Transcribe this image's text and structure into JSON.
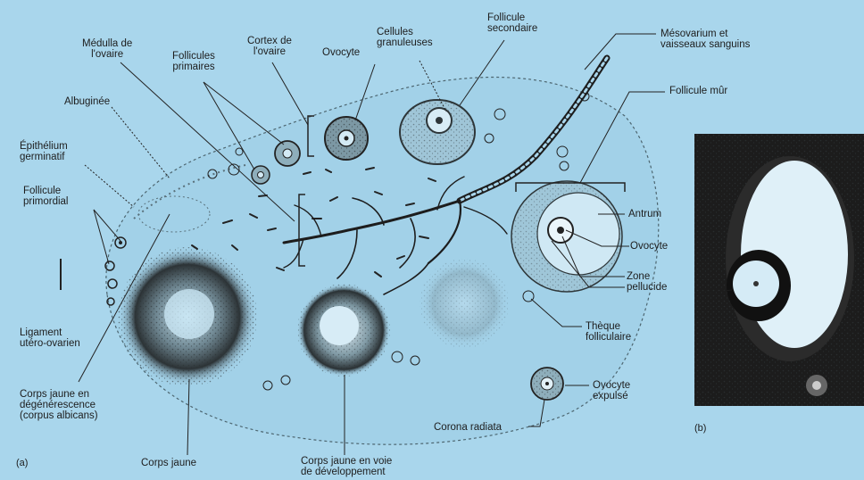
{
  "figure": {
    "panel_a": "(a)",
    "panel_b": "(b)"
  },
  "labels": {
    "medulla": "Médulla de\nl'ovaire",
    "follicules_primaires": "Follicules\nprimaires",
    "cortex": "Cortex de\nl'ovaire",
    "ovocyte_top": "Ovocyte",
    "cellules_granuleuses": "Cellules\ngranuleuses",
    "follicule_secondaire": "Follicule\nsecondaire",
    "mesovarium": "Mésovarium et\nvaisseaux sanguins",
    "albuginee": "Albuginée",
    "epithelium": "Épithélium\ngerminatif",
    "follicule_mur": "Follicule mûr",
    "follicule_primordial": "Follicule\nprimordial",
    "antrum": "Antrum",
    "ovocyte_right": "Ovocyte",
    "zone_pellucide": "Zone\npellucide",
    "ligament": "Ligament\nutéro-ovarien",
    "theque": "Thèque\nfolliculaire",
    "corps_jaune_degen": "Corps jaune en\ndégénérescence\n(corpus albicans)",
    "ovocyte_expulse": "Ovocyte\nexpulsé",
    "corona_radiata": "Corona radiata",
    "corps_jaune": "Corps jaune",
    "corps_jaune_dev": "Corps jaune en voie\nde développement"
  },
  "colors": {
    "background": "#a9d6ec",
    "ink": "#1d1d1d"
  }
}
